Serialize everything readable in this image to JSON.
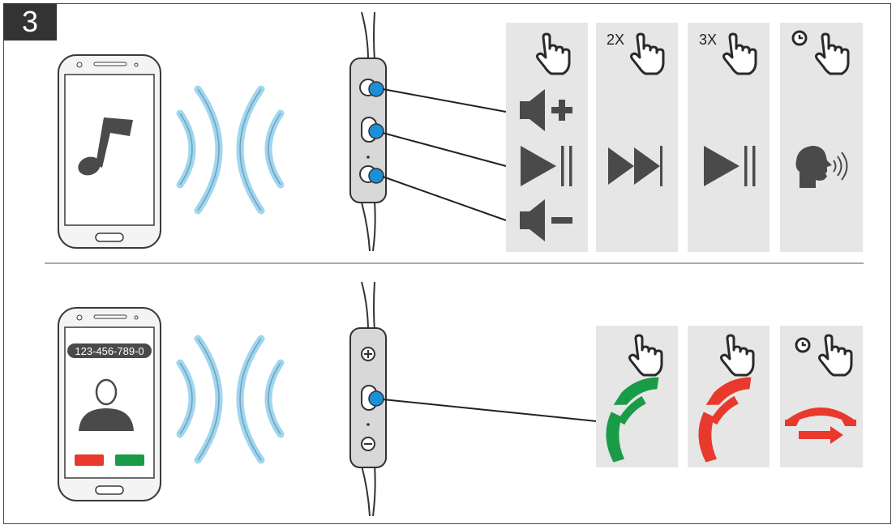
{
  "step": {
    "number": "3"
  },
  "call_screen": {
    "phone_number": "123-456-789-0"
  },
  "media_controls": {
    "columns": [
      {
        "gesture": "single-press",
        "prefix": ""
      },
      {
        "gesture": "double-press",
        "prefix": "2X"
      },
      {
        "gesture": "triple-press",
        "prefix": "3X"
      },
      {
        "gesture": "long-press",
        "prefix": ""
      }
    ],
    "actions": [
      "volume-up",
      "play-pause",
      "volume-down",
      "next-track",
      "play-pause",
      "voice-assistant"
    ]
  },
  "call_controls": {
    "columns": [
      {
        "gesture": "single-press",
        "action": "answer-call",
        "color": "#1a9b48"
      },
      {
        "gesture": "single-press",
        "action": "end-call",
        "color": "#e8392c"
      },
      {
        "gesture": "long-press",
        "action": "transfer-call",
        "color": "#e8392c"
      }
    ]
  },
  "colors": {
    "panel": "#e6e6e6",
    "icon": "#4a4a4a",
    "wave": "#9fd6f0",
    "button_dot": "#1b8fd8",
    "reject": "#e8392c",
    "accept": "#1a9b48"
  }
}
